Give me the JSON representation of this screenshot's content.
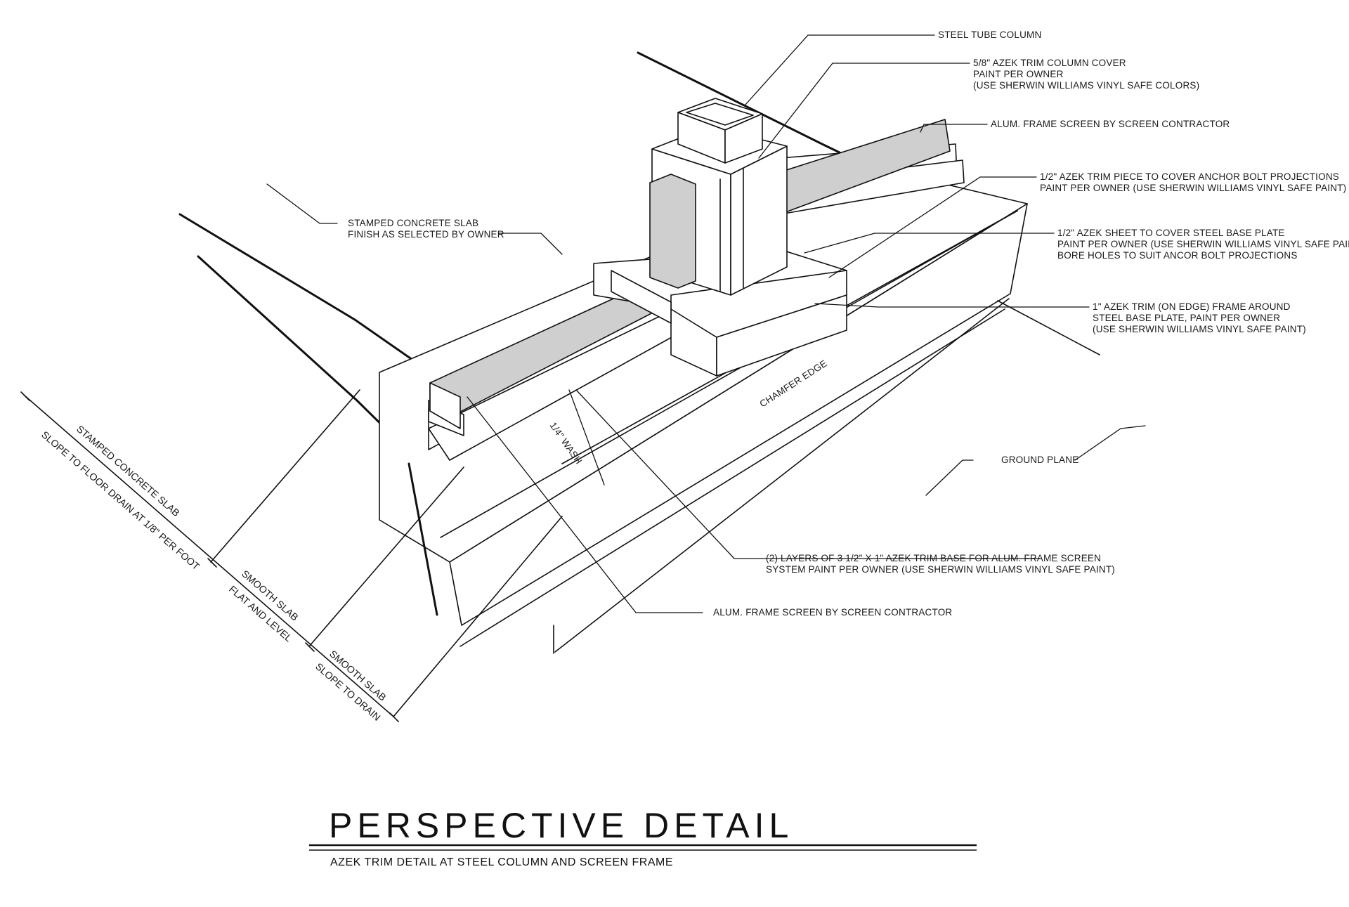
{
  "labels": {
    "steel_tube_column": "STEEL TUBE COLUMN",
    "column_cover": [
      "5/8\" AZEK TRIM COLUMN COVER",
      "PAINT PER OWNER",
      "(USE SHERWIN WILLIAMS VINYL SAFE COLORS)"
    ],
    "alum_screen_top": "ALUM. FRAME SCREEN BY SCREEN CONTRACTOR",
    "anchor_trim": [
      "1/2\" AZEK TRIM PIECE TO COVER ANCHOR BOLT PROJECTIONS",
      "PAINT PER OWNER (USE SHERWIN WILLIAMS VINYL SAFE PAINT)"
    ],
    "base_plate_sheet": [
      "1/2\" AZEK SHEET TO COVER STEEL BASE PLATE",
      "PAINT PER OWNER (USE SHERWIN WILLIAMS VINYL SAFE PAINT)",
      "BORE HOLES TO SUIT ANCOR BOLT PROJECTIONS"
    ],
    "edge_frame": [
      "1\" AZEK TRIM (ON EDGE) FRAME AROUND",
      "STEEL BASE PLATE, PAINT PER OWNER",
      "(USE SHERWIN WILLIAMS VINYL SAFE PAINT)"
    ],
    "stamped_slab_note": [
      "STAMPED CONCRETE SLAB",
      "FINISH AS SELECTED BY OWNER"
    ],
    "chamfer_edge": "CHAMFER EDGE",
    "wash": "1/4\" WASH",
    "ground_plane": "GROUND PLANE",
    "trim_base": [
      "(2) LAYERS OF 3 1/2\" X 1\" AZEK TRIM BASE FOR ALUM. FRAME SCREEN",
      "SYSTEM PAINT PER OWNER (USE SHERWIN WILLIAMS VINYL SAFE PAINT)"
    ],
    "alum_screen_bottom": "ALUM. FRAME SCREEN BY SCREEN CONTRACTOR"
  },
  "dimensions": {
    "stamped": [
      "STAMPED CONCRETE SLAB",
      "SLOPE TO FLOOR DRAIN AT 1/8\" PER FOOT"
    ],
    "smooth_flat": [
      "SMOOTH SLAB",
      "FLAT AND LEVEL"
    ],
    "smooth_drain": [
      "SMOOTH SLAB",
      "SLOPE TO DRAIN"
    ]
  },
  "title_block": {
    "title": "PERSPECTIVE DETAIL",
    "subtitle": "AZEK TRIM DETAIL AT STEEL COLUMN AND SCREEN FRAME"
  }
}
